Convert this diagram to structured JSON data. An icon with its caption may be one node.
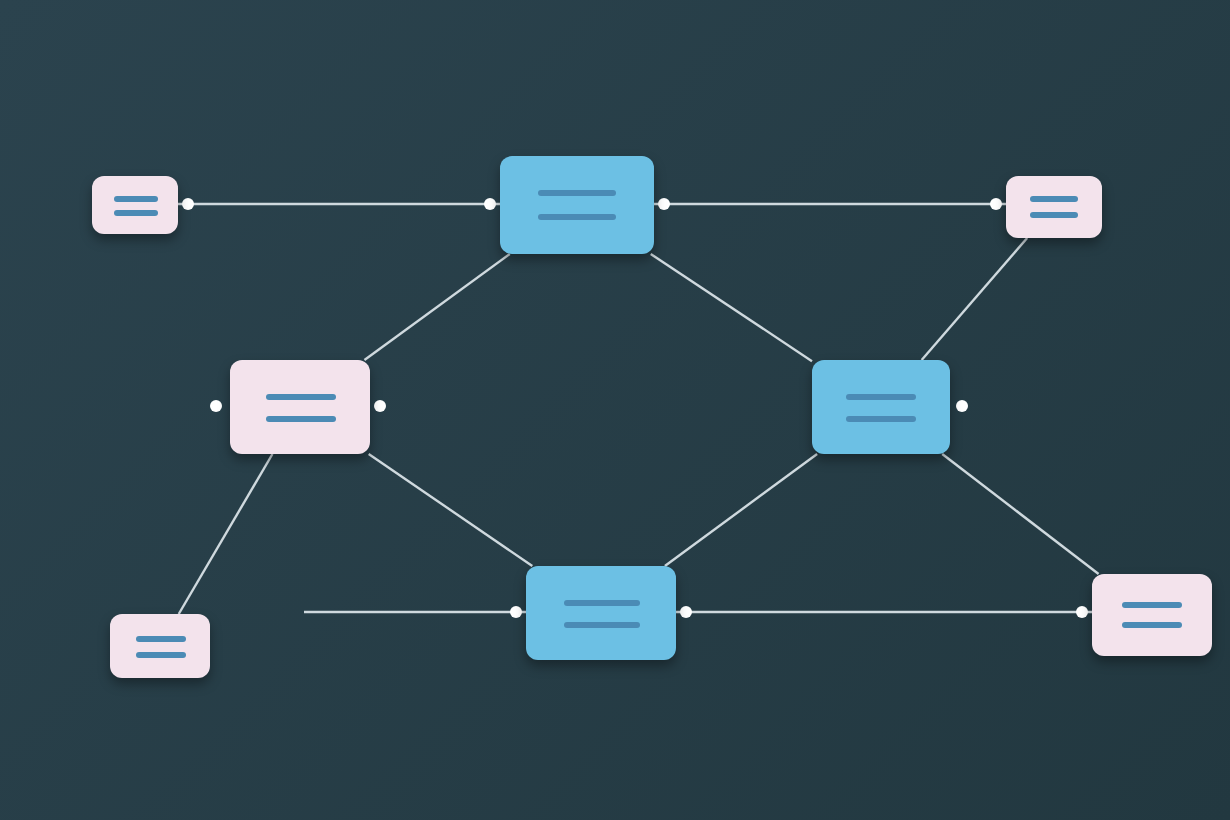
{
  "diagram": {
    "nodes": [
      {
        "text": [],
        "shape": "box"
      },
      {
        "text": [],
        "shape": "box"
      },
      {
        "text": [],
        "shape": "box"
      },
      {
        "text": [],
        "shape": "box"
      },
      {
        "text": [],
        "shape": "box"
      },
      {
        "text": [],
        "shape": "box"
      },
      {
        "text": [],
        "shape": "box"
      },
      {
        "text": [],
        "shape": "box"
      }
    ],
    "edges": [
      {
        "from": 0,
        "to": 1,
        "arrow": "other"
      },
      {
        "from": 1,
        "to": 2,
        "arrow": "other"
      },
      {
        "from": 1,
        "to": 3,
        "arrow": "none"
      },
      {
        "from": 1,
        "to": 4,
        "arrow": "none"
      },
      {
        "from": 2,
        "to": 4,
        "arrow": "none"
      },
      {
        "from": 3,
        "to": 5,
        "arrow": "none"
      },
      {
        "from": 3,
        "to": 6,
        "arrow": "none"
      },
      {
        "from": 4,
        "to": 6,
        "arrow": "none"
      },
      {
        "from": 4,
        "to": 7,
        "arrow": "none"
      },
      {
        "from": null,
        "to": 6,
        "arrow": "other"
      },
      {
        "from": 6,
        "to": 7,
        "arrow": "other"
      }
    ]
  }
}
